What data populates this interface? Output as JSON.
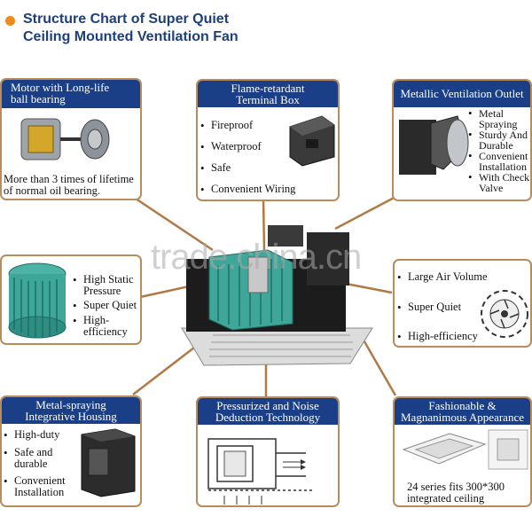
{
  "title": {
    "line1": "Structure Chart of Super Quiet",
    "line2": "Ceiling Mounted Ventilation Fan"
  },
  "watermark": "trade.china.cn",
  "boxes": {
    "motor": {
      "title_line1": "Motor with Long-life",
      "title_line2": "ball bearing",
      "note_line1": "More than 3 times of lifetime",
      "note_line2": "of normal oil bearing."
    },
    "terminal": {
      "title_line1": "Flame-retardant",
      "title_line2": "Terminal Box",
      "items": [
        "Fireproof",
        "Waterproof",
        "Safe",
        "Convenient Wiring"
      ]
    },
    "outlet": {
      "title": "Metallic Ventilation Outlet",
      "items": [
        {
          "l1": "Metal",
          "l2": "Spraying"
        },
        {
          "l1": "Sturdy And",
          "l2": "Durable"
        },
        {
          "l1": "Convenient",
          "l2": "Installation"
        },
        {
          "l1": "With Check",
          "l2": "Valve"
        }
      ]
    },
    "impeller": {
      "items": [
        {
          "l1": "High Static",
          "l2": "Pressure"
        },
        {
          "l1": "Super Quiet",
          "l2": ""
        },
        {
          "l1": "High-",
          "l2": "efficiency"
        }
      ]
    },
    "volume": {
      "items": [
        "Large Air Volume",
        "Super Quiet",
        "High-efficiency"
      ]
    },
    "housing": {
      "title_line1": "Metal-spraying",
      "title_line2": "Integrative Housing",
      "items": [
        {
          "l1": "High-duty",
          "l2": ""
        },
        {
          "l1": "Safe and",
          "l2": "durable"
        },
        {
          "l1": "Convenient",
          "l2": "Installation"
        }
      ]
    },
    "pressure": {
      "title_line1": "Pressurized and Noise",
      "title_line2": "Deduction Technology"
    },
    "appearance": {
      "title_line1": "Fashionable &",
      "title_line2": "Magnanimous Appearance",
      "note_line1": "24 series fits 300*300",
      "note_line2": "integrated ceiling"
    }
  },
  "colors": {
    "header_bg": "#1a3f87",
    "border": "#b98c5a",
    "title_text": "#1d3f7a",
    "accent_dot": "#f08a1c",
    "connector": "#b07a45"
  }
}
